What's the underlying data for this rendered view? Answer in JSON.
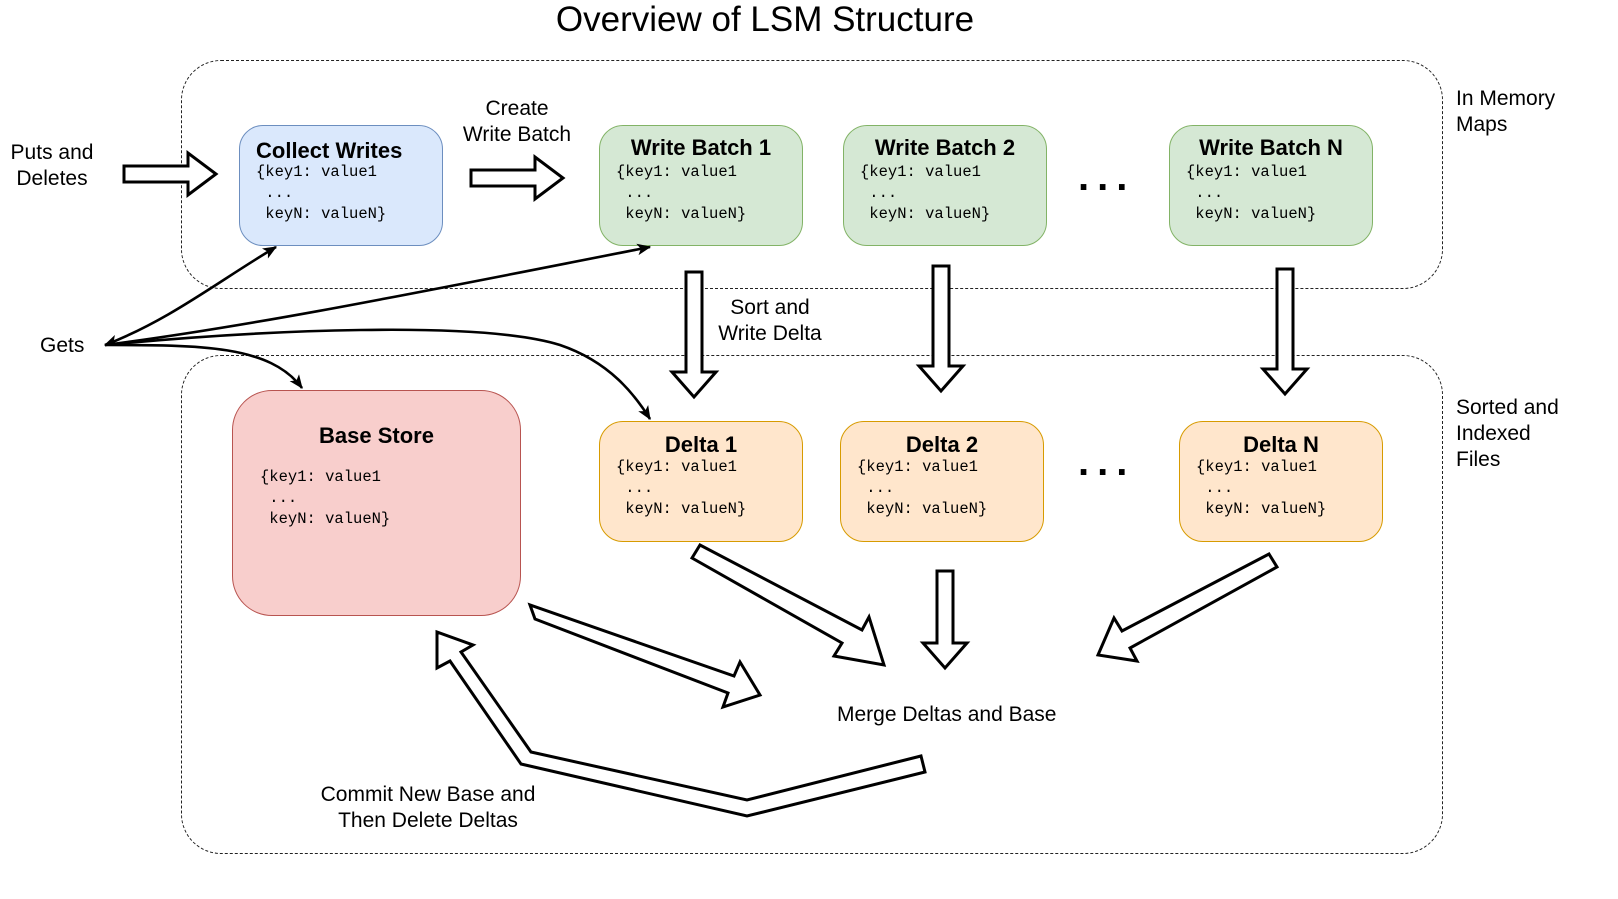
{
  "title": "Overview of LSM Structure",
  "regions": {
    "memory_label": "In Memory\nMaps",
    "files_label": "Sorted and\nIndexed\nFiles"
  },
  "labels": {
    "puts_deletes": "Puts and\nDeletes",
    "create_write_batch": "Create\nWrite Batch",
    "sort_write_delta": "Sort and\nWrite Delta",
    "gets": "Gets",
    "merge": "Merge Deltas and Base",
    "commit": "Commit New Base and\nThen Delete Deltas",
    "ellipsis_top": "...",
    "ellipsis_bottom": "..."
  },
  "boxes": {
    "collect": {
      "title": "Collect Writes",
      "body": "{key1: value1\n ...\n keyN: valueN}"
    },
    "wb1": {
      "title": "Write Batch 1",
      "body": "{key1: value1\n ...\n keyN: valueN}"
    },
    "wb2": {
      "title": "Write Batch 2",
      "body": "{key1: value1\n ...\n keyN: valueN}"
    },
    "wbn": {
      "title": "Write Batch N",
      "body": "{key1: value1\n ...\n keyN: valueN}"
    },
    "base": {
      "title": "Base Store",
      "body": "{key1: value1\n ...\n keyN: valueN}"
    },
    "d1": {
      "title": "Delta 1",
      "body": "{key1: value1\n ...\n keyN: valueN}"
    },
    "d2": {
      "title": "Delta 2",
      "body": "{key1: value1\n ...\n keyN: valueN}"
    },
    "dn": {
      "title": "Delta N",
      "body": "{key1: value1\n ...\n keyN: valueN}"
    }
  },
  "colors": {
    "blue_fill": "#dae8fc",
    "blue_stroke": "#6c8ebf",
    "green_fill": "#d5e8d4",
    "green_stroke": "#82b366",
    "orange_fill": "#ffe6cc",
    "orange_stroke": "#d79b00",
    "red_fill": "#f8cecc",
    "red_stroke": "#b85450"
  }
}
